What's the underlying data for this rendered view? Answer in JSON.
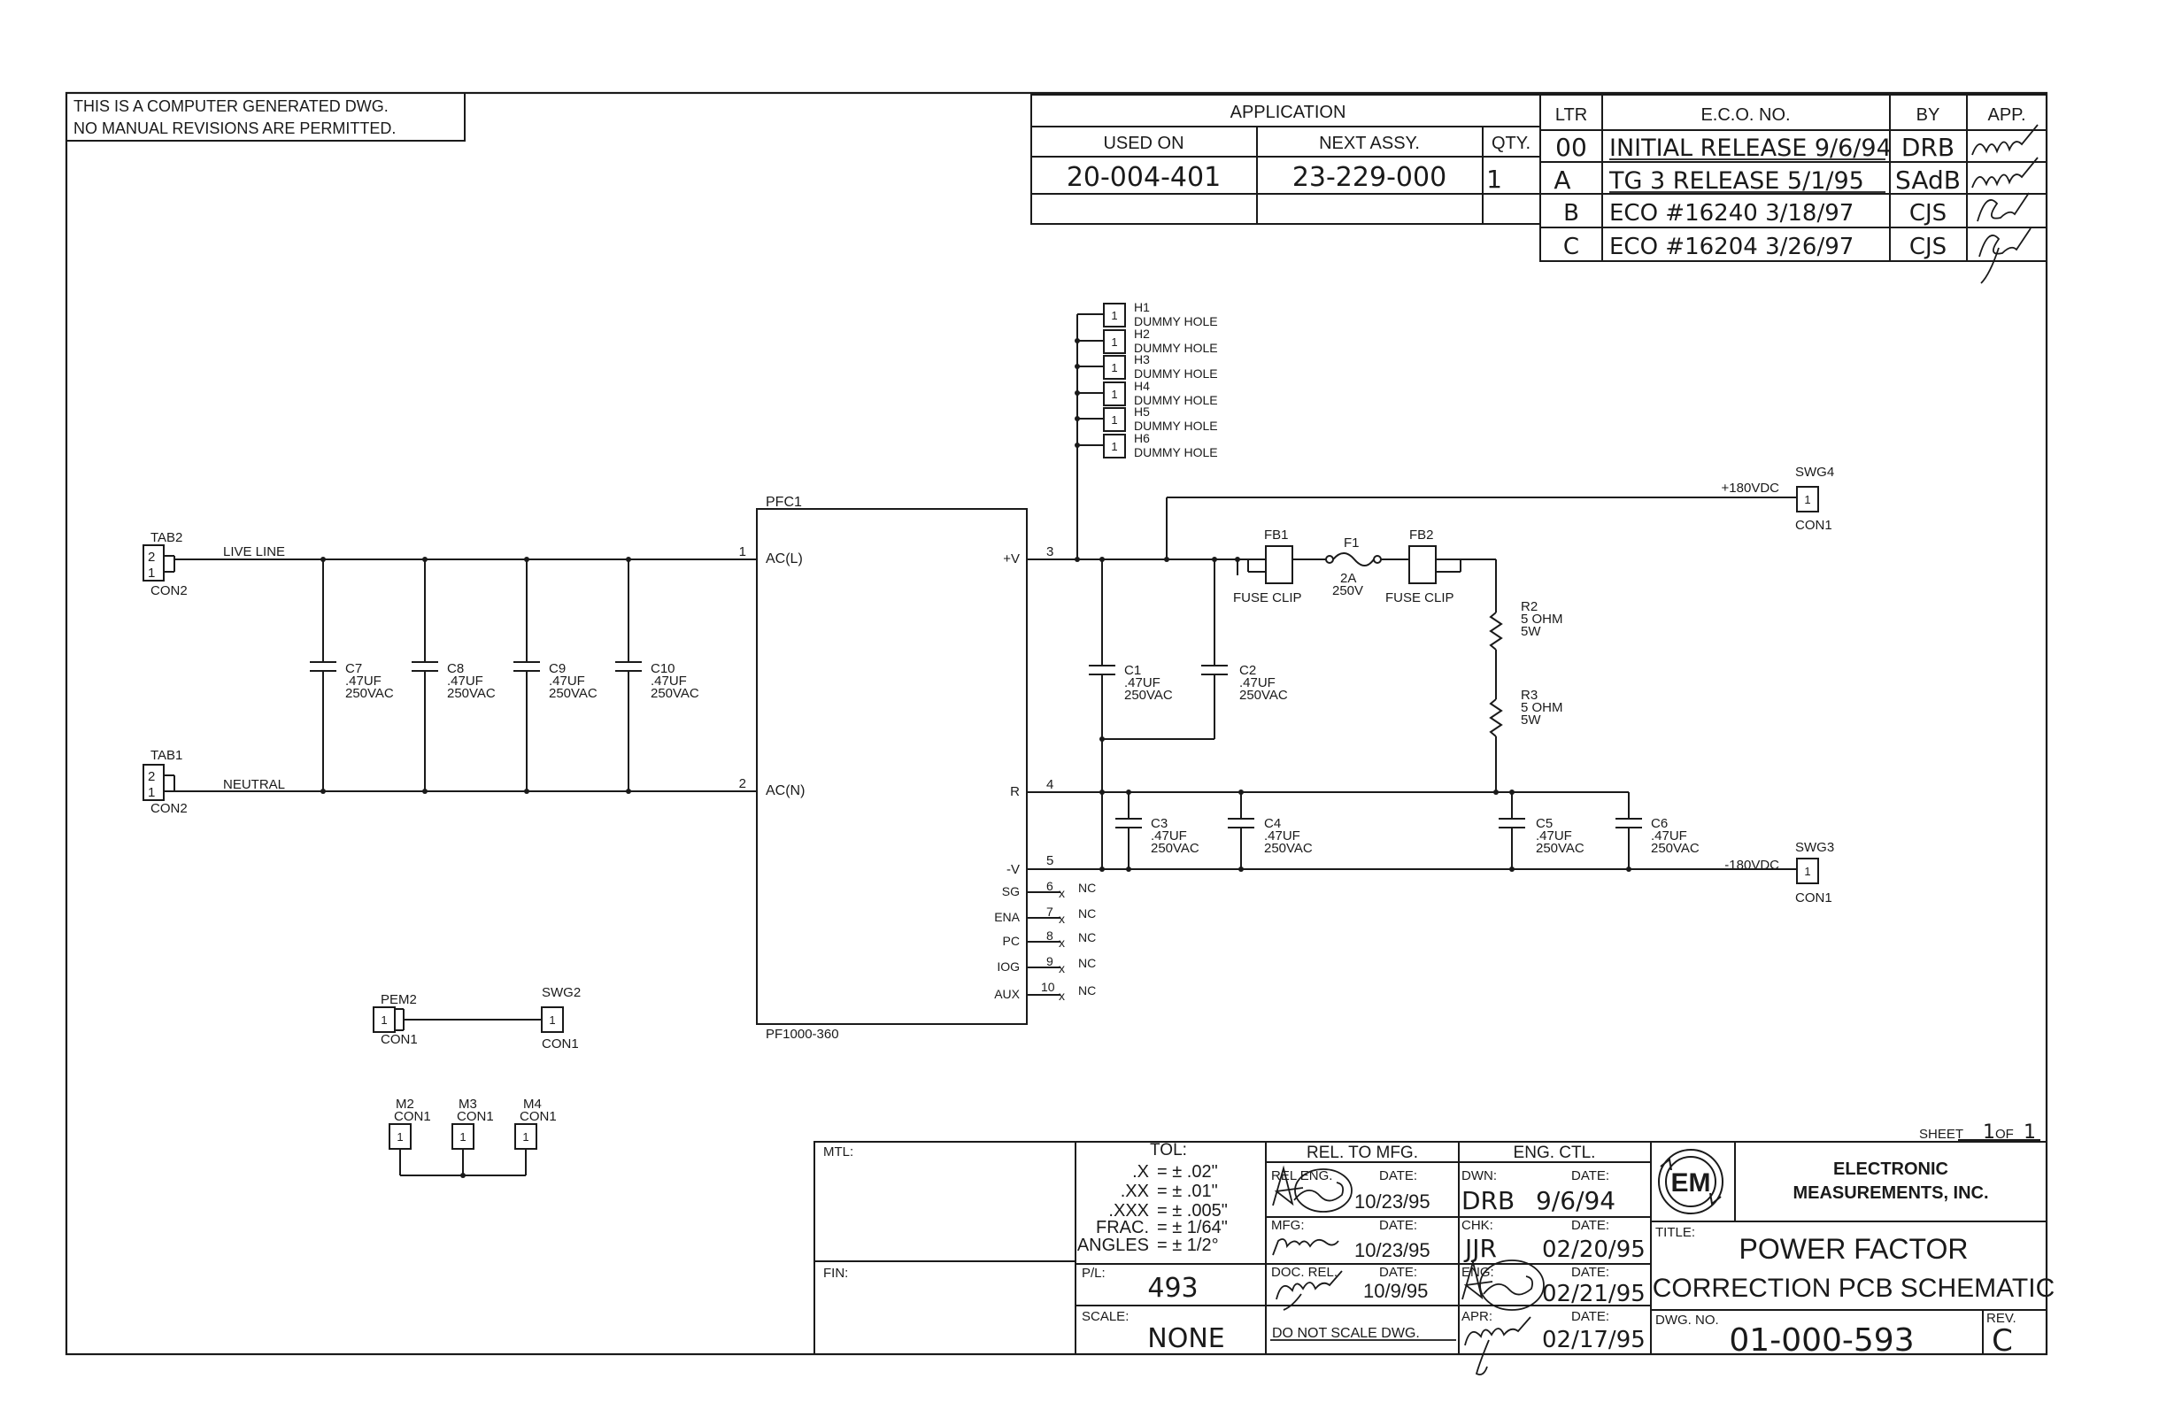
{
  "notice": [
    "THIS IS A COMPUTER GENERATED DWG.",
    "NO MANUAL REVISIONS ARE PERMITTED."
  ],
  "application": {
    "title": "APPLICATION",
    "used_on_label": "USED ON",
    "next_assy_label": "NEXT ASSY.",
    "qty_label": "QTY.",
    "used_on": "20-004-401",
    "next_assy": "23-229-000",
    "qty": "1"
  },
  "revisions": {
    "headers": [
      "LTR",
      "E.C.O. NO.",
      "BY",
      "APP."
    ],
    "rows": [
      {
        "ltr": "00",
        "eco": "INITIAL RELEASE 9/6/94",
        "by": "DRB"
      },
      {
        "ltr": "A",
        "eco": "TG 3 RELEASE 5/1/95",
        "by": "SAdB"
      },
      {
        "ltr": "B",
        "eco": "ECO #16240 3/18/97",
        "by": "CJS"
      },
      {
        "ltr": "C",
        "eco": "ECO #16204 3/26/97",
        "by": "CJS"
      }
    ]
  },
  "schematic": {
    "tab2": {
      "ref": "TAB2",
      "pins": [
        "2",
        "1"
      ],
      "type": "CON2",
      "net": "LIVE LINE"
    },
    "tab1": {
      "ref": "TAB1",
      "pins": [
        "2",
        "1"
      ],
      "type": "CON2",
      "net": "NEUTRAL"
    },
    "input_caps": [
      {
        "ref": "C7",
        "value": ".47UF",
        "rating": "250VAC"
      },
      {
        "ref": "C8",
        "value": ".47UF",
        "rating": "250VAC"
      },
      {
        "ref": "C9",
        "value": ".47UF",
        "rating": "250VAC"
      },
      {
        "ref": "C10",
        "value": ".47UF",
        "rating": "250VAC"
      }
    ],
    "pfc": {
      "ref": "PFC1",
      "part": "PF1000-360",
      "left_pins": [
        {
          "num": "1",
          "name": "AC(L)"
        },
        {
          "num": "2",
          "name": "AC(N)"
        }
      ],
      "right_pins": [
        {
          "num": "3",
          "name": "+V"
        },
        {
          "num": "4",
          "name": "R"
        },
        {
          "num": "5",
          "name": "-V"
        },
        {
          "num": "6",
          "name": "SG",
          "nc": "NC"
        },
        {
          "num": "7",
          "name": "ENA",
          "nc": "NC"
        },
        {
          "num": "8",
          "name": "PC",
          "nc": "NC"
        },
        {
          "num": "9",
          "name": "IOG",
          "nc": "NC"
        },
        {
          "num": "10",
          "name": "AUX",
          "nc": "NC"
        }
      ]
    },
    "holes": [
      {
        "ref": "H1",
        "desc": "DUMMY HOLE",
        "pin": "1"
      },
      {
        "ref": "H2",
        "desc": "DUMMY HOLE",
        "pin": "1"
      },
      {
        "ref": "H3",
        "desc": "DUMMY HOLE",
        "pin": "1"
      },
      {
        "ref": "H4",
        "desc": "DUMMY HOLE",
        "pin": "1"
      },
      {
        "ref": "H5",
        "desc": "DUMMY HOLE",
        "pin": "1"
      },
      {
        "ref": "H6",
        "desc": "DUMMY HOLE",
        "pin": "1"
      }
    ],
    "fb1": {
      "ref": "FB1",
      "desc": "FUSE CLIP"
    },
    "fb2": {
      "ref": "FB2",
      "desc": "FUSE CLIP"
    },
    "f1": {
      "ref": "F1",
      "rating": "2A",
      "voltage": "250V"
    },
    "r2": {
      "ref": "R2",
      "value": "5 OHM",
      "power": "5W"
    },
    "r3": {
      "ref": "R3",
      "value": "5 OHM",
      "power": "5W"
    },
    "output_caps_upper": [
      {
        "ref": "C1",
        "value": ".47UF",
        "rating": "250VAC"
      },
      {
        "ref": "C2",
        "value": ".47UF",
        "rating": "250VAC"
      }
    ],
    "output_caps_lower": [
      {
        "ref": "C3",
        "value": ".47UF",
        "rating": "250VAC"
      },
      {
        "ref": "C4",
        "value": ".47UF",
        "rating": "250VAC"
      },
      {
        "ref": "C5",
        "value": ".47UF",
        "rating": "250VAC"
      },
      {
        "ref": "C6",
        "value": ".47UF",
        "rating": "250VAC"
      }
    ],
    "swg4": {
      "ref": "SWG4",
      "pin": "1",
      "type": "CON1",
      "net": "+180VDC"
    },
    "swg3": {
      "ref": "SWG3",
      "pin": "1",
      "type": "CON1",
      "net": "-180VDC"
    },
    "pem2": {
      "ref": "PEM2",
      "pin": "1",
      "type": "CON1"
    },
    "swg2": {
      "ref": "SWG2",
      "pin": "1",
      "type": "CON1"
    },
    "mounts": [
      {
        "ref": "M2",
        "type": "CON1",
        "pin": "1"
      },
      {
        "ref": "M3",
        "type": "CON1",
        "pin": "1"
      },
      {
        "ref": "M4",
        "type": "CON1",
        "pin": "1"
      }
    ]
  },
  "title_block": {
    "sheet_label": "SHEET",
    "sheet_num": "1",
    "sheet_of": "OF",
    "sheet_total": "1",
    "mtl_label": "MTL:",
    "fin_label": "FIN:",
    "tol_label": "TOL:",
    "tolerances": [
      {
        "k": ".X",
        "v": "= ± .02\""
      },
      {
        "k": ".XX",
        "v": "= ± .01\""
      },
      {
        "k": ".XXX",
        "v": "= ± .005\""
      },
      {
        "k": "FRAC.",
        "v": "= ± 1/64\""
      },
      {
        "k": "ANGLES",
        "v": "= ± 1/2°"
      }
    ],
    "pl_label": "P/L:",
    "pl_value": "493",
    "scale_label": "SCALE:",
    "scale_value": "NONE",
    "rel_header": "REL. TO MFG.",
    "eng_header": "ENG. CTL.",
    "rel_eng_label": "REL ENG.",
    "date_label": "DATE:",
    "rel_eng_date": "10/23/95",
    "mfg_label": "MFG:",
    "mfg_date": "10/23/95",
    "doc_rel_label": "DOC. REL.",
    "doc_rel_date": "10/9/95",
    "do_not_scale": "DO NOT SCALE DWG.",
    "dwn_label": "DWN:",
    "dwn_value": "DRB",
    "dwn_date": "9/6/94",
    "chk_label": "CHK:",
    "chk_value": "JJR",
    "chk_date": "02/20/95",
    "eng_label": "ENG:",
    "eng_date": "02/21/95",
    "apr_label": "APR:",
    "apr_date": "02/17/95",
    "company_line1": "ELECTRONIC",
    "company_line2": "MEASUREMENTS, INC.",
    "logo_text": "EM",
    "title_label": "TITLE:",
    "title_line1": "POWER FACTOR",
    "title_line2": "CORRECTION PCB SCHEMATIC",
    "dwg_label": "DWG. NO.",
    "dwg_no": "01-000-593",
    "rev_label": "REV.",
    "rev": "C"
  }
}
